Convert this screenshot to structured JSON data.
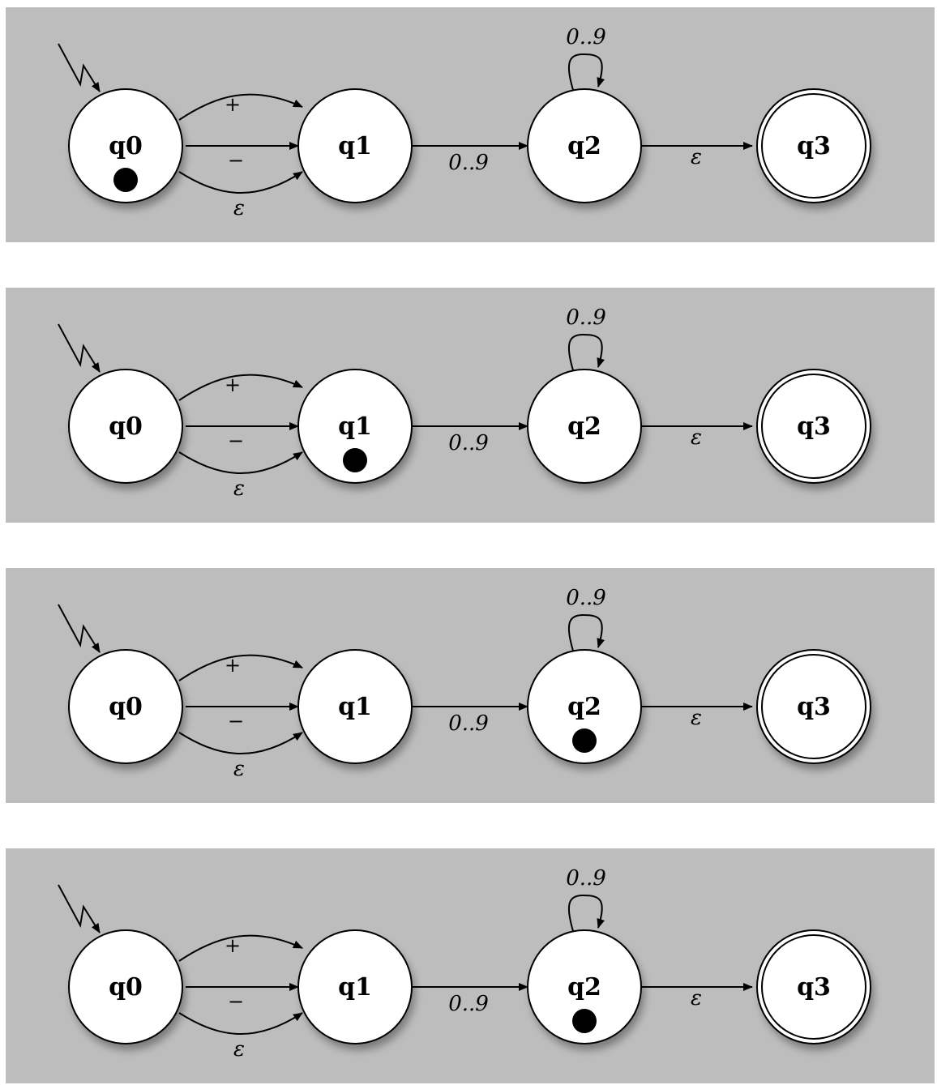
{
  "states": [
    "q0",
    "q1",
    "q2",
    "q3"
  ],
  "start_state": "q0",
  "accepting_states": [
    "q3"
  ],
  "transitions": [
    {
      "from": "q0",
      "to": "q1",
      "label": "+"
    },
    {
      "from": "q0",
      "to": "q1",
      "label": "−"
    },
    {
      "from": "q0",
      "to": "q1",
      "label": "ε"
    },
    {
      "from": "q1",
      "to": "q2",
      "label": "0..9"
    },
    {
      "from": "q2",
      "to": "q2",
      "label": "0..9"
    },
    {
      "from": "q2",
      "to": "q3",
      "label": "ε"
    }
  ],
  "panels": [
    {
      "token_state": "q0"
    },
    {
      "token_state": "q1"
    },
    {
      "token_state": "q2"
    },
    {
      "token_state": "q2"
    }
  ]
}
